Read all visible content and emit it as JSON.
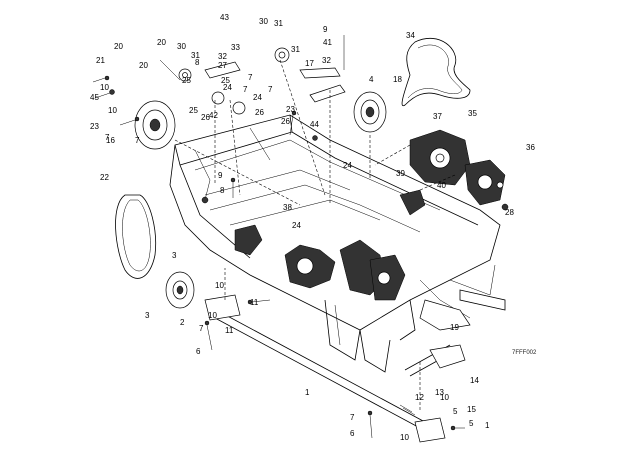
{
  "diagram_code": "7FFF002",
  "callouts": [
    "1",
    "2",
    "3",
    "3",
    "4",
    "5",
    "6",
    "6",
    "7",
    "7",
    "7",
    "7",
    "7",
    "7",
    "7",
    "8",
    "8",
    "9",
    "9",
    "10",
    "10",
    "10",
    "10",
    "10",
    "10",
    "11",
    "11",
    "12",
    "13",
    "14",
    "15",
    "16",
    "17",
    "18",
    "19",
    "20",
    "20",
    "20",
    "21",
    "22",
    "23",
    "23",
    "24",
    "24",
    "24",
    "24",
    "25",
    "25",
    "25",
    "26",
    "26",
    "26",
    "27",
    "28",
    "30",
    "30",
    "31",
    "31",
    "31",
    "32",
    "32",
    "33",
    "34",
    "35",
    "36",
    "37",
    "38",
    "39",
    "40",
    "41",
    "42",
    "43",
    "44",
    "45",
    "1",
    "5"
  ]
}
